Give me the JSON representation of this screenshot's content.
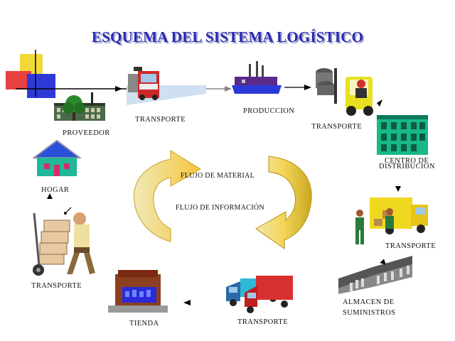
{
  "title": "ESQUEMA DEL SISTEMA LOGÍSTICO",
  "center": {
    "material_flow": "FLUJO DE MATERIAL",
    "information_flow": "FLUJO DE INFORMACIÓN"
  },
  "nodes": {
    "proveedor": "PROVEEDOR",
    "transporte_1": "TRANSPORTE",
    "produccion": "PRODUCCION",
    "transporte_2": "TRANSPORTE",
    "centro_line1": "CENTRO DE",
    "centro_line2": "DISTRIBUCION",
    "transporte_3": "TRANSPORTE",
    "almacen_line1": "ALMACEN DE",
    "almacen_line2": "SUMINISTROS",
    "transporte_4": "TRANSPORTE",
    "tienda": "TIENDA",
    "transporte_5": "TRANSPORTE",
    "hogar": "HOGAR"
  },
  "colors": {
    "title": "#2a2ab0",
    "arrow_top": "#f3c64a",
    "arrow_bottom": "#f3cf50",
    "house_body": "#20b898",
    "house_roof": "#2a50d8"
  },
  "icons": [
    "decorative-squares-icon",
    "supplier-building-icon",
    "truck-icon",
    "factory-icon",
    "forklift-icon",
    "distribution-building-icon",
    "loading-truck-icon",
    "warehouse-icon",
    "two-trucks-icon",
    "store-icon",
    "hand-truck-worker-icon",
    "house-icon"
  ]
}
